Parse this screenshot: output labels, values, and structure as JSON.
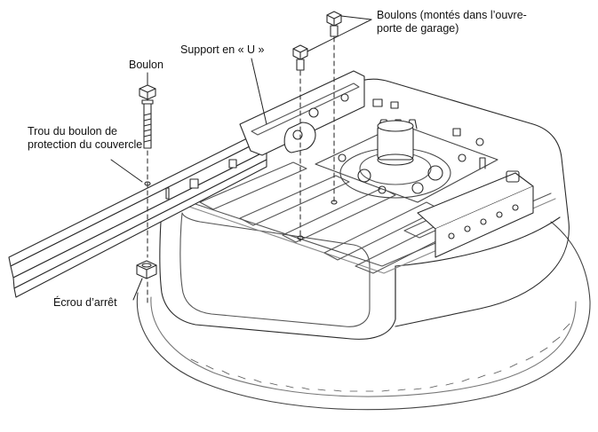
{
  "labels": {
    "bolts_mounted": "Boulons (montés dans l’ouvre-porte de garage)",
    "u_bracket": "Support en « U »",
    "bolt": "Boulon",
    "cover_bolt_hole": "Trou du boulon de protection du couvercle",
    "lock_nut": "Écrou d’arrêt"
  },
  "colors": {
    "line": "#2a2a2a",
    "light_line": "#8a8a8a",
    "fill": "#ffffff"
  }
}
